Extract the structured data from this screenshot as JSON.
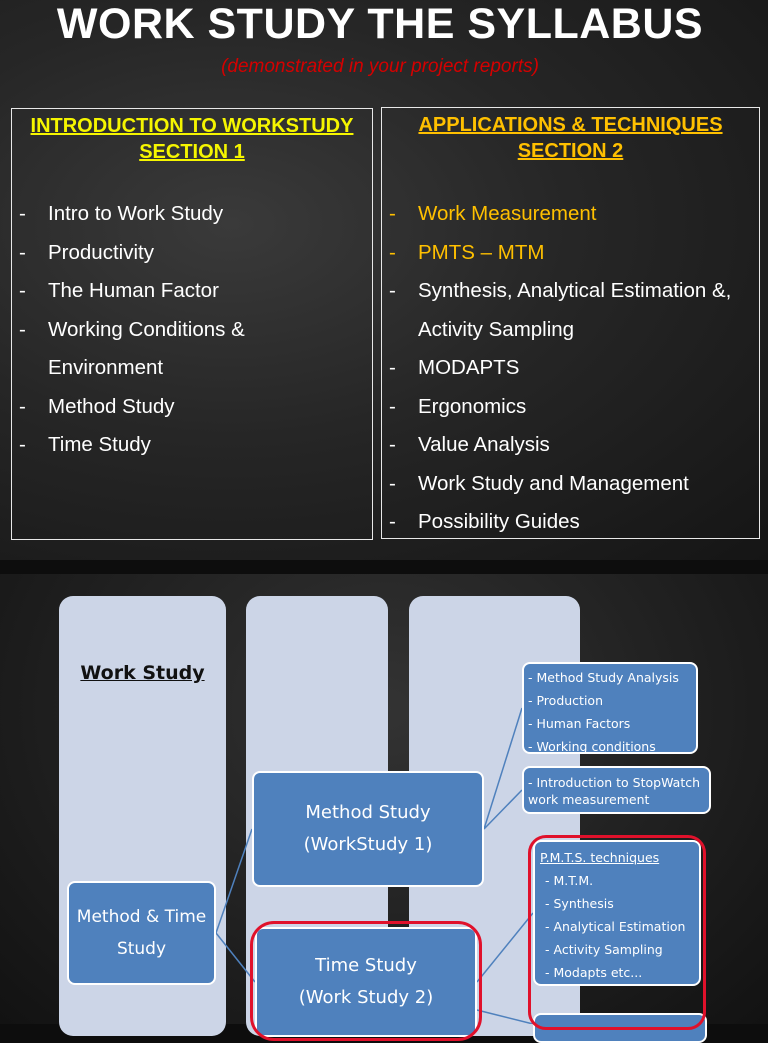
{
  "slide1": {
    "title": "WORK STUDY THE SYLLABUS",
    "subtitle": "(demonstrated in your project reports)",
    "section1": {
      "heading_line1": "INTRODUCTION TO WORKSTUDY",
      "heading_line2": "SECTION 1",
      "items": [
        {
          "dash": "-",
          "text": "Intro to Work Study"
        },
        {
          "dash": "-",
          "text": "Productivity"
        },
        {
          "dash": "-",
          "text": "The Human Factor"
        },
        {
          "dash": "-",
          "text": "Working Conditions &"
        },
        {
          "dash": "",
          "text": "Environment"
        },
        {
          "dash": "-",
          "text": "Method Study"
        },
        {
          "dash": "-",
          "text": "Time Study"
        }
      ]
    },
    "section2": {
      "heading_line1": "APPLICATIONS & TECHNIQUES",
      "heading_line2": "SECTION 2",
      "items": [
        {
          "dash": "-",
          "text": "Work Measurement"
        },
        {
          "dash": "-",
          "text": "PMTS – MTM"
        },
        {
          "dash": "-",
          "text": "Synthesis, Analytical Estimation &,"
        },
        {
          "dash": "",
          "text": "Activity Sampling"
        },
        {
          "dash": "-",
          "text": "MODAPTS"
        },
        {
          "dash": "-",
          "text": "Ergonomics"
        },
        {
          "dash": "-",
          "text": "Value Analysis"
        },
        {
          "dash": "-",
          "text": "Work Study and Management"
        },
        {
          "dash": "-",
          "text": "Possibility Guides"
        }
      ],
      "highlight_color": "#ffc000"
    }
  },
  "slide2": {
    "column_title": "Work Study",
    "method_time": {
      "line1": "Method & Time",
      "line2": "Study"
    },
    "method_study": {
      "line1": "Method Study",
      "line2": "(WorkStudy 1)"
    },
    "time_study": {
      "line1": "Time Study",
      "line2": "(Work Study 2)"
    },
    "msa_items": [
      "- Method Study Analysis",
      "- Production",
      "- Human Factors",
      "- Working conditions"
    ],
    "intro_stopwatch": {
      "line1": "- Introduction to StopWatch",
      "line2": "work measurement"
    },
    "pmts": {
      "heading": "P.M.T.S. techniques",
      "items": [
        "- M.T.M.",
        "- Synthesis",
        "- Analytical Estimation",
        "- Activity Sampling",
        "- Modapts etc..."
      ]
    },
    "node_color": "#4f81bd",
    "highlight_color": "#e0112b"
  }
}
